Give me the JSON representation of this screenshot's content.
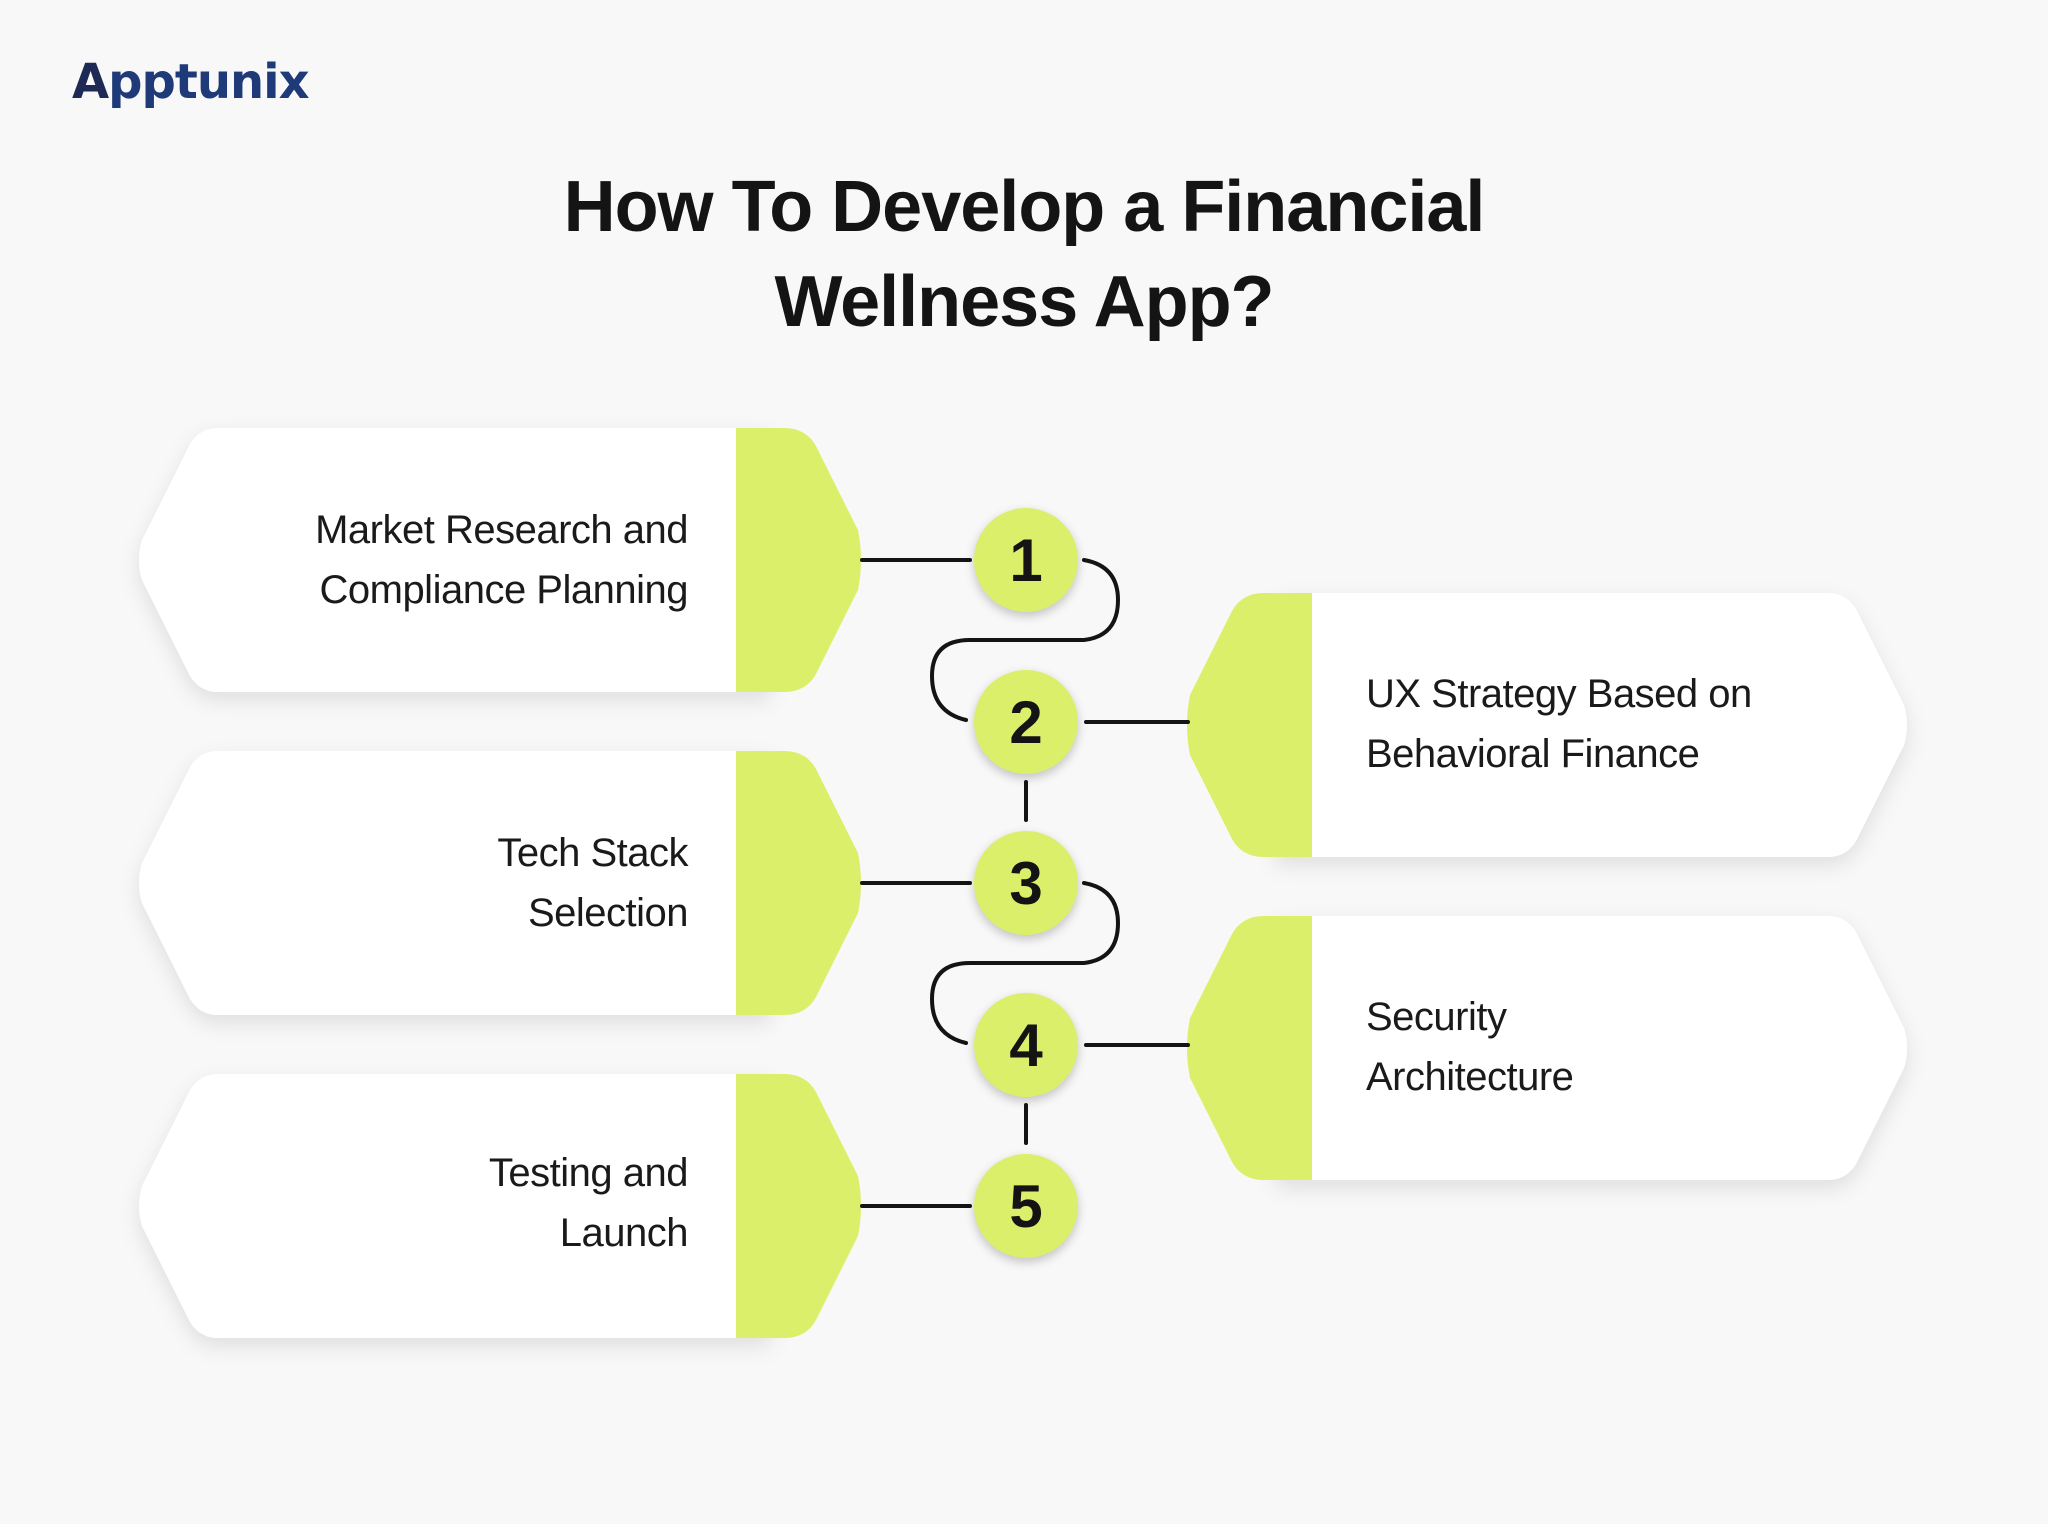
{
  "brand": {
    "logo_text_first": "A",
    "logo_text_rest": "pptunix",
    "colors": {
      "navy": "#1e2a55",
      "blue": "#1e3a78"
    }
  },
  "title": {
    "line1": "How To Develop a Financial",
    "line2": "Wellness App?"
  },
  "colors": {
    "accent": "#dcef6a",
    "card": "#ffffff",
    "background": "#f8f8f8",
    "connector": "#141414"
  },
  "steps": [
    {
      "number": "1",
      "side": "left",
      "lines": [
        "Market Research and",
        "Compliance Planning"
      ]
    },
    {
      "number": "2",
      "side": "right",
      "lines": [
        "UX Strategy Based on",
        "Behavioral Finance"
      ]
    },
    {
      "number": "3",
      "side": "left",
      "lines": [
        "Tech Stack",
        "Selection"
      ]
    },
    {
      "number": "4",
      "side": "right",
      "lines": [
        "Security",
        "Architecture"
      ]
    },
    {
      "number": "5",
      "side": "left",
      "lines": [
        "Testing and",
        "Launch"
      ]
    }
  ]
}
